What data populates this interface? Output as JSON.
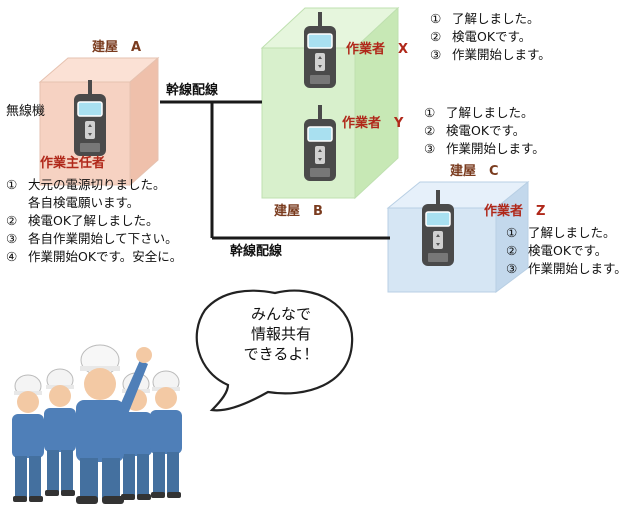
{
  "building_a": {
    "name": "建屋　A",
    "radio_label": "無線機",
    "role": "作業主任者",
    "messages": [
      {
        "num": "①",
        "text": "大元の電源切りました。"
      },
      {
        "num": "",
        "text": "各自検電願います。"
      },
      {
        "num": "②",
        "text": "検電OK了解しました。"
      },
      {
        "num": "③",
        "text": "各自作業開始して下さい。"
      },
      {
        "num": "④",
        "text": "作業開始OKです。安全に。"
      }
    ]
  },
  "building_b": {
    "name": "建屋　B",
    "worker_x": {
      "role": "作業者　X",
      "messages": [
        {
          "num": "①",
          "text": "了解しました。"
        },
        {
          "num": "②",
          "text": "検電OKです。"
        },
        {
          "num": "③",
          "text": "作業開始します。"
        }
      ]
    },
    "worker_y": {
      "role": "作業者　Y",
      "messages": [
        {
          "num": "①",
          "text": "了解しました。"
        },
        {
          "num": "②",
          "text": "検電OKです。"
        },
        {
          "num": "③",
          "text": "作業開始します。"
        }
      ]
    }
  },
  "building_c": {
    "name": "建屋　C",
    "worker_z": {
      "role": "作業者　Z",
      "messages": [
        {
          "num": "①",
          "text": "了解しました。"
        },
        {
          "num": "②",
          "text": "検電OKです。"
        },
        {
          "num": "③",
          "text": "作業開始します。"
        }
      ]
    }
  },
  "wiring": {
    "top_label": "幹線配線",
    "bottom_label": "幹線配線"
  },
  "speech_bubble": {
    "line1": "みんなで",
    "line2": "情報共有",
    "line3": "できるよ！"
  },
  "colors": {
    "building_a": "#f6d2c2",
    "building_b": "#d8f0cc",
    "building_c": "#d6e6f4",
    "role_text": "#b0281a",
    "building_label": "#7a3b1e",
    "wire": "#1a1a1a",
    "radio_body": "#4a4a4a",
    "radio_screen": "#a9e0f0",
    "worker_uniform": "#4f7fb8"
  }
}
